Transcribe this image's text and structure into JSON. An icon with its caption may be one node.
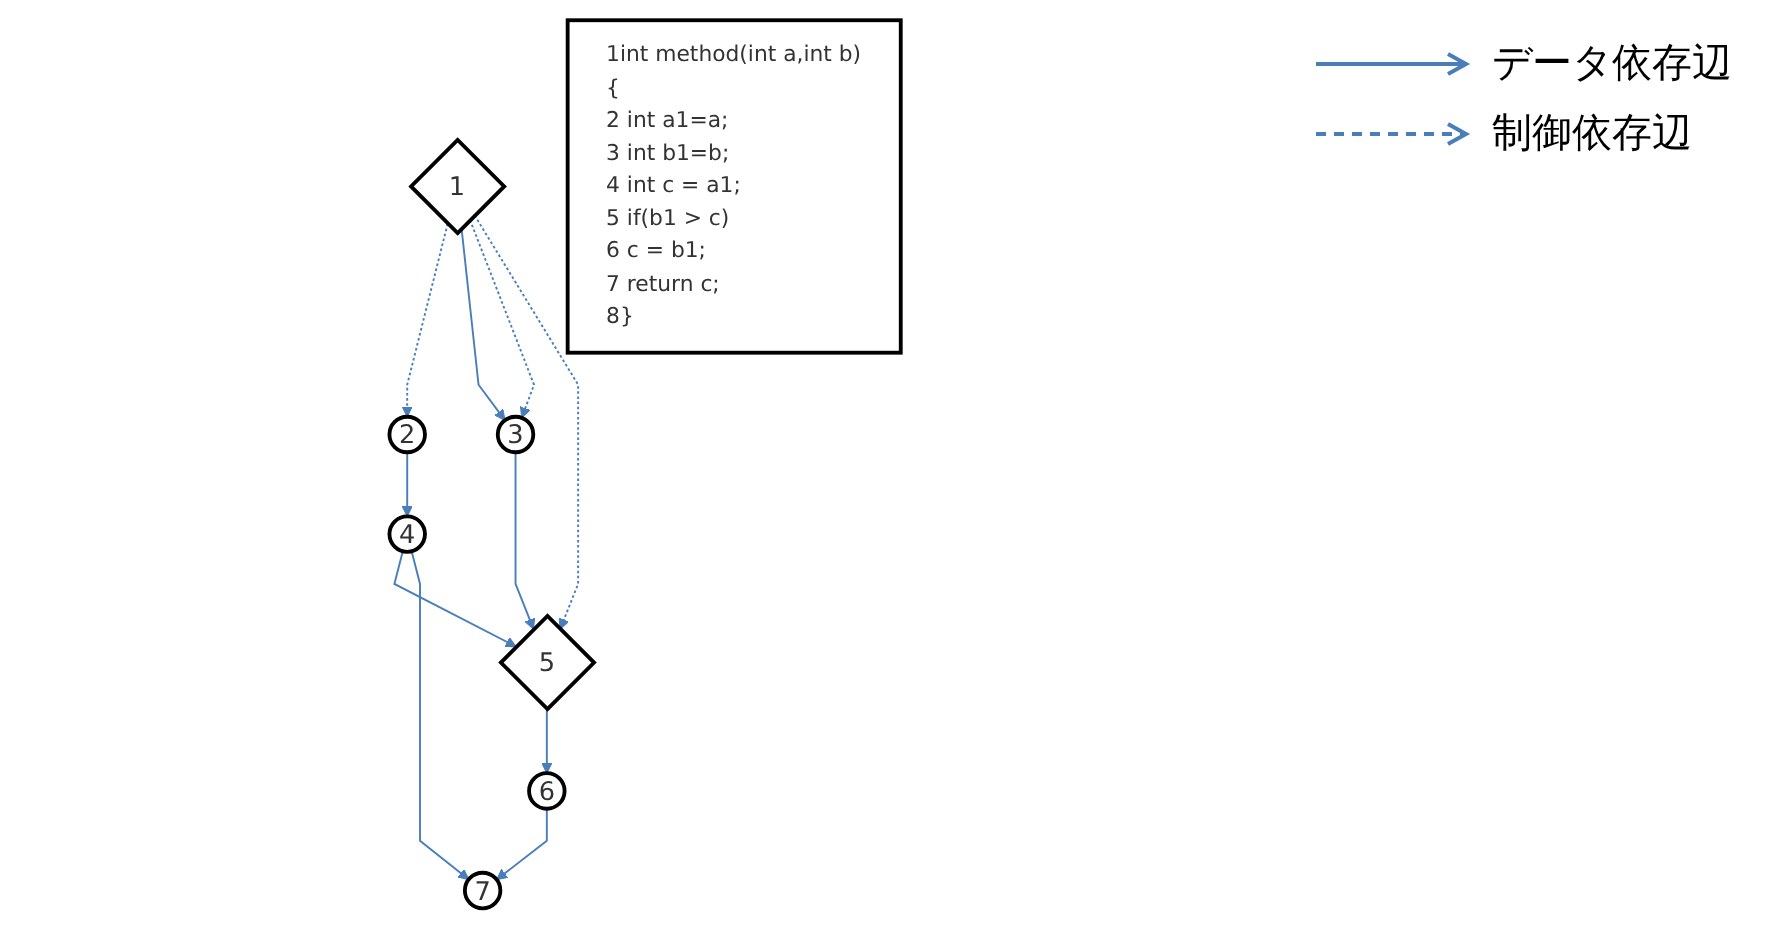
{
  "diagram": {
    "nodes": [
      {
        "text": [
          "1"
        ]
      },
      {
        "text": [
          "2"
        ]
      },
      {
        "text": [
          "3"
        ]
      },
      {
        "text": [
          "4"
        ]
      },
      {
        "text": [
          "5"
        ]
      },
      {
        "text": [
          "6"
        ]
      },
      {
        "text": [
          "7"
        ]
      },
      {
        "text": [
          "1int method(int a,int b){",
          "2 int a1=a;",
          "3 int b1=b;",
          "4 int c = a1;",
          "5 if(b1 > c)",
          "6 c = b1;",
          "7 return c;",
          "8}"
        ]
      }
    ],
    "edges": [
      {
        "from": 0,
        "to": 1,
        "arrow": "to",
        "style": "dashed"
      },
      {
        "from": 0,
        "to": 2,
        "arrow": "to"
      },
      {
        "from": 0,
        "to": 2,
        "arrow": "to",
        "style": "dashed"
      },
      {
        "from": 0,
        "to": 4,
        "arrow": "to",
        "style": "dashed"
      },
      {
        "from": 1,
        "to": 3,
        "arrow": "to"
      },
      {
        "from": 2,
        "to": 4,
        "arrow": "to"
      },
      {
        "from": 3,
        "to": 4,
        "arrow": "to"
      },
      {
        "from": 3,
        "to": 6,
        "arrow": "to"
      },
      {
        "from": 4,
        "to": 5,
        "arrow": "to"
      },
      {
        "from": 5,
        "to": 6,
        "arrow": "to"
      }
    ],
    "legend": [
      {
        "text": "データ依存辺"
      },
      {
        "text": "制御依存辺"
      }
    ]
  }
}
